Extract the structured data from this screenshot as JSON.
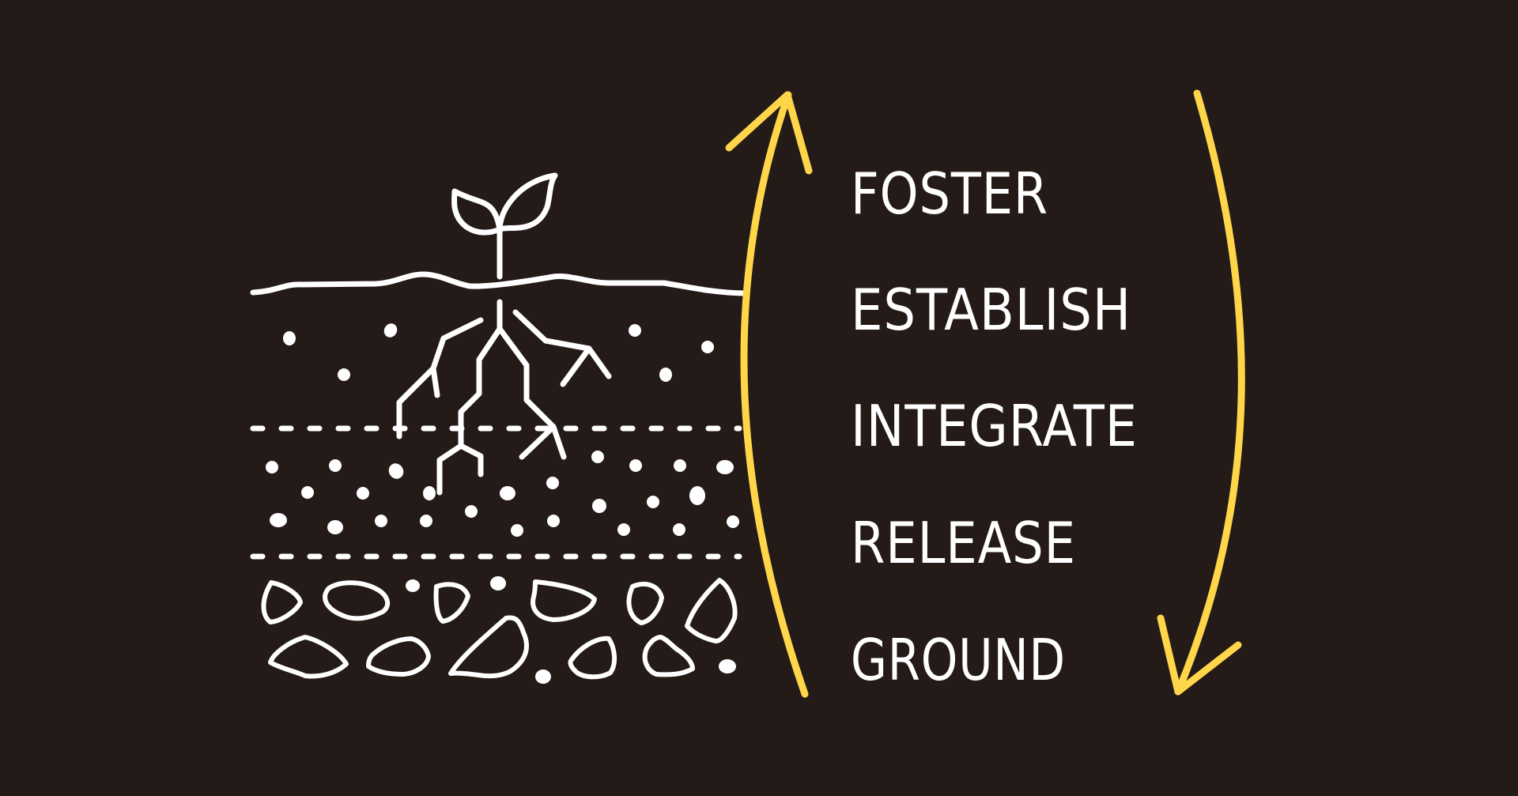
{
  "colors": {
    "background": "#241a17",
    "line": "#ffffff",
    "arrow": "#ffd54a"
  },
  "stages": [
    "FOSTER",
    "ESTABLISH",
    "INTEGRATE",
    "RELEASE",
    "GROUND"
  ],
  "icons": {
    "illustration": "seedling-soil-layers-icon",
    "up_arrow": "curved-up-arrow-icon",
    "down_arrow": "curved-down-arrow-icon"
  }
}
